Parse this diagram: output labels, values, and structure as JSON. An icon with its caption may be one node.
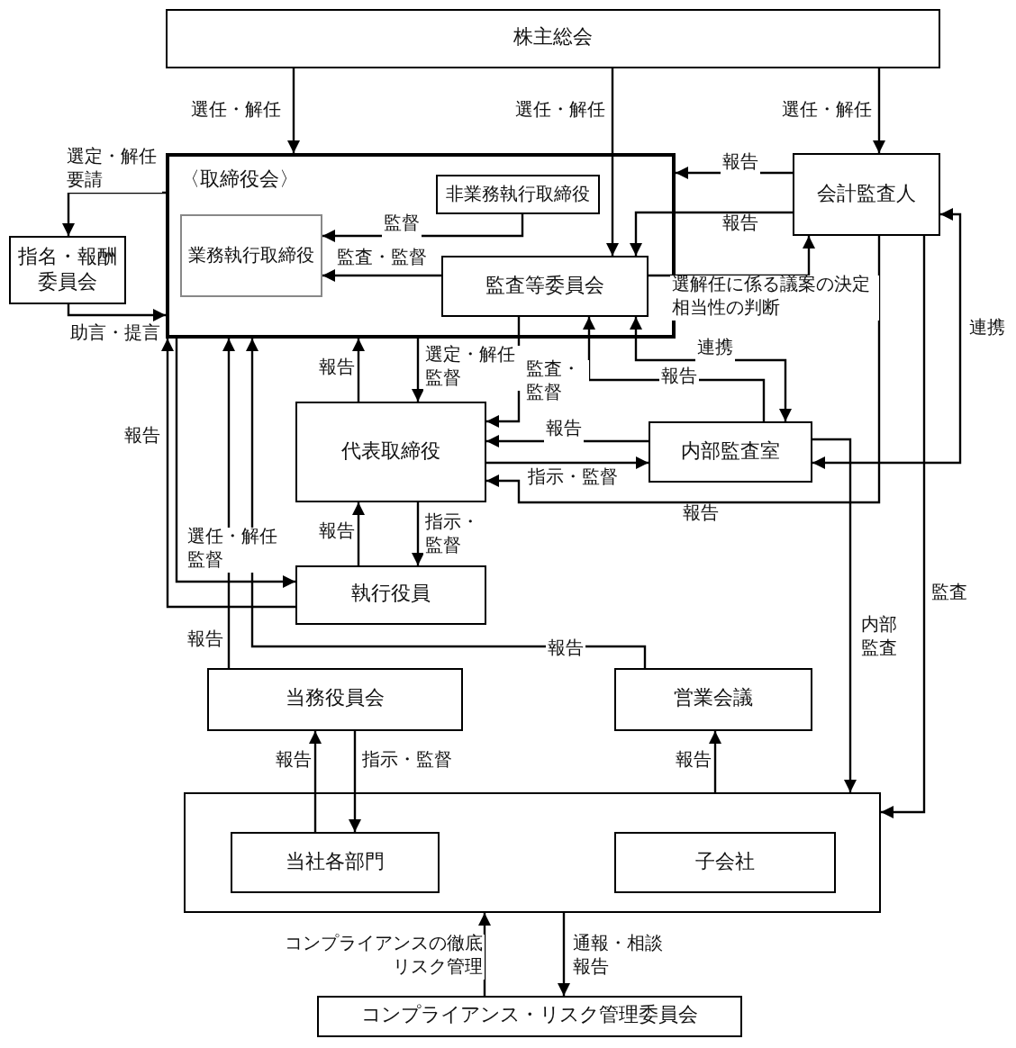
{
  "diagram": {
    "nodes": [
      {
        "text": [
          "株主総会"
        ]
      },
      {
        "text": [
          "〈取締役会〉"
        ]
      },
      {
        "text": [
          "非業務執行取締役"
        ],
        "in": 1
      },
      {
        "text": [
          "業務執行取締役"
        ],
        "in": 1
      },
      {
        "text": [
          "監査等委員会"
        ],
        "in": 1
      },
      {
        "text": [
          "会計監査人"
        ]
      },
      {
        "text": [
          "指名・報酬委員会"
        ]
      },
      {
        "text": [
          "代表取締役"
        ]
      },
      {
        "text": [
          "内部監査室"
        ]
      },
      {
        "text": [
          "執行役員"
        ]
      },
      {
        "text": [
          "当務役員会"
        ]
      },
      {
        "text": [
          "営業会議"
        ]
      },
      {
        "text": [],
        "shape": "box"
      },
      {
        "text": [
          "当社各部門"
        ],
        "in": 12
      },
      {
        "text": [
          "子会社"
        ],
        "in": 12
      },
      {
        "text": [
          "コンプライアンス・リスク管理委員会"
        ]
      }
    ],
    "edges": [
      {
        "from": 0,
        "to": 1,
        "arrow": "to",
        "label": "選任・解任"
      },
      {
        "from": 0,
        "to": 4,
        "arrow": "to",
        "label": "選任・解任"
      },
      {
        "from": 0,
        "to": 5,
        "arrow": "to",
        "label": "選任・解任"
      },
      {
        "from": 5,
        "to": 1,
        "arrow": "to",
        "label": "報告"
      },
      {
        "from": 5,
        "to": 4,
        "arrow": "to",
        "label": "報告"
      },
      {
        "from": 2,
        "to": 3,
        "arrow": "to",
        "label": "監督"
      },
      {
        "from": 4,
        "to": 3,
        "arrow": "to",
        "label": "監査・監督"
      },
      {
        "from": 4,
        "to": 5,
        "arrow": "to",
        "label": "選解任に係る議案の決定相当性の判断"
      },
      {
        "from": 1,
        "to": 6,
        "arrow": "to",
        "label": "選定・解任要請"
      },
      {
        "from": 6,
        "to": 1,
        "arrow": "to",
        "label": "助言・提言"
      },
      {
        "from": 7,
        "to": 1,
        "arrow": "to",
        "label": "報告"
      },
      {
        "from": 1,
        "to": 7,
        "arrow": "to",
        "label": "選定・解任監督"
      },
      {
        "from": 4,
        "to": 7,
        "arrow": "to",
        "label": "監査・監督"
      },
      {
        "from": 4,
        "to": 8,
        "arrow": "both",
        "label": "連携"
      },
      {
        "from": 8,
        "to": 4,
        "arrow": "to",
        "label": "報告"
      },
      {
        "from": 8,
        "to": 7,
        "arrow": "to",
        "label": "報告"
      },
      {
        "from": 7,
        "to": 8,
        "arrow": "to",
        "label": "指示・監督"
      },
      {
        "from": 5,
        "to": 7,
        "arrow": "to",
        "label": "報告"
      },
      {
        "from": 5,
        "to": 8,
        "arrow": "both",
        "label": "連携"
      },
      {
        "from": 8,
        "to": 12,
        "arrow": "to",
        "label": "内部監査"
      },
      {
        "from": 5,
        "to": 12,
        "arrow": "to",
        "label": "監査"
      },
      {
        "from": 7,
        "to": 9,
        "arrow": "to",
        "label": "指示・監督"
      },
      {
        "from": 9,
        "to": 7,
        "arrow": "to",
        "label": "報告"
      },
      {
        "from": 1,
        "to": 9,
        "arrow": "to",
        "label": "選任・解任監督"
      },
      {
        "from": 9,
        "to": 1,
        "arrow": "to",
        "label": "報告"
      },
      {
        "from": 10,
        "to": 1,
        "arrow": "to",
        "label": "報告"
      },
      {
        "from": 11,
        "to": 1,
        "arrow": "to",
        "label": "報告"
      },
      {
        "from": 13,
        "to": 10,
        "arrow": "to",
        "label": "報告"
      },
      {
        "from": 10,
        "to": 13,
        "arrow": "to",
        "label": "指示・監督"
      },
      {
        "from": 12,
        "to": 11,
        "arrow": "to",
        "label": "報告"
      },
      {
        "from": 15,
        "to": 12,
        "arrow": "to",
        "label": "コンプライアンスの徹底リスク管理"
      },
      {
        "from": 12,
        "to": 15,
        "arrow": "to",
        "label": "通報・相談報告"
      }
    ]
  }
}
